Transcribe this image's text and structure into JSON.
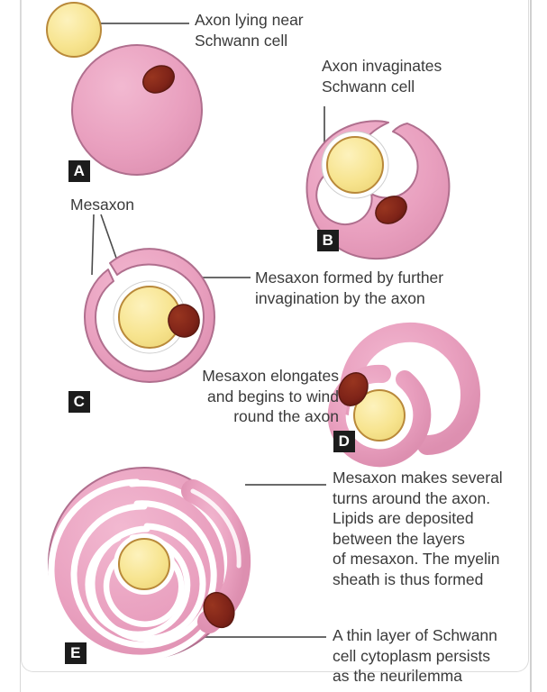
{
  "figure": {
    "title_implied": "Stages of myelination by a Schwann cell",
    "colors": {
      "cytoplasm_fill": "#e9a0bf",
      "cytoplasm_stroke": "#b06f8e",
      "axon_fill": "#f7e48f",
      "axon_stroke": "#b9893a",
      "nucleus_fill": "#7e2318",
      "nucleus_stroke": "#5d1a12",
      "gap_white": "#ffffff",
      "leader_line": "#6a6a6a",
      "text": "#3a3a3a",
      "badge_background": "#1c1c1c",
      "badge_text": "#ffffff",
      "frame_border": "#dcdcdc"
    },
    "panels": [
      {
        "id": "A",
        "badge": "A",
        "caption": "Axon lying near\nSchwann cell",
        "description": "Axon lying outside the Schwann cell"
      },
      {
        "id": "B",
        "badge": "B",
        "caption": "Axon invaginates\nSchwann cell",
        "description": "Axon indents the surface of the Schwann cell"
      },
      {
        "id": "C",
        "badge": "C",
        "caption": "Mesaxon formed by further\ninvagination by the axon",
        "label": "Mesaxon",
        "description": "Mesaxon formed as the axon sinks deeper"
      },
      {
        "id": "D",
        "badge": "D",
        "caption": "Mesaxon elongates\nand begins to wind\nround the axon",
        "description": "Mesaxon elongates and starts to spiral"
      },
      {
        "id": "E",
        "badge": "E",
        "caption": "Mesaxon makes several\nturns around the axon.\nLipids are deposited\nbetween the layers\nof mesaxon. The myelin\nsheath is thus formed",
        "caption_secondary": "A thin layer of Schwann\ncell cytoplasm persists\nas the neurilemma",
        "description": "Multiple spiral turns form the myelin sheath"
      }
    ]
  }
}
